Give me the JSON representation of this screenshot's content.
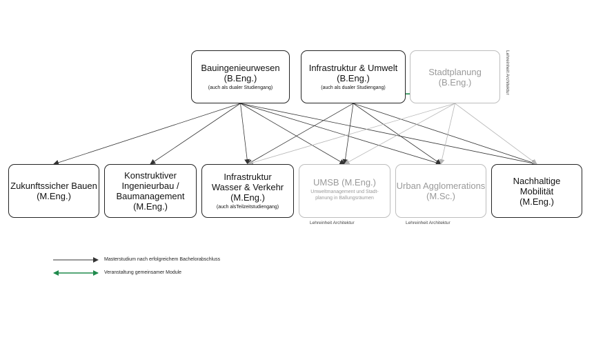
{
  "bachelor": [
    {
      "id": "bau",
      "lines": [
        "Bauingenieurwesen",
        "(B.Eng.)"
      ],
      "note": "(auch als dualer Studiengang)",
      "muted": false
    },
    {
      "id": "inf",
      "lines": [
        "Infrastruktur & Umwelt",
        "(B.Eng.)"
      ],
      "note": "(auch als dualer Studiengang)",
      "muted": false
    },
    {
      "id": "stadt",
      "lines": [
        "Stadtplanung",
        "(B.Eng.)"
      ],
      "note": "",
      "muted": true
    }
  ],
  "master": [
    {
      "id": "zuk",
      "lines": [
        "Zukunftssicher Bauen",
        "(M.Eng.)"
      ],
      "note": "",
      "muted": false
    },
    {
      "id": "kib",
      "lines": [
        "Konstruktiver",
        "Ingenieurbau /",
        "Baumanagement",
        "(M.Eng.)"
      ],
      "note": "",
      "muted": false
    },
    {
      "id": "iwv",
      "lines": [
        "Infrastruktur",
        "Wasser & Verkehr",
        "(M.Eng.)"
      ],
      "note": "(auch alsTeilzeitstudiengang)",
      "muted": false
    },
    {
      "id": "umsb",
      "lines": [
        "UMSB (M.Eng.)"
      ],
      "note": "Umweltmanagement und Stadt- planung in Ballungsräumen",
      "muted": true
    },
    {
      "id": "urban",
      "lines": [
        "Urban Agglomerations",
        "(M.Sc.)"
      ],
      "note": "",
      "muted": true
    },
    {
      "id": "mob",
      "lines": [
        "Nachhaltige",
        "Mobilität",
        "(M.Eng.)"
      ],
      "note": "",
      "muted": false
    }
  ],
  "side_labels": {
    "stadtplanung": "Lehreinheit Architektur",
    "umsb": "Lehreinheit Architektur",
    "urban": "Lehreinheit Architektur"
  },
  "connections": [
    {
      "from": "bau",
      "to": "zuk",
      "muted": false
    },
    {
      "from": "bau",
      "to": "kib",
      "muted": false
    },
    {
      "from": "bau",
      "to": "iwv",
      "muted": false
    },
    {
      "from": "bau",
      "to": "umsb",
      "muted": false
    },
    {
      "from": "bau",
      "to": "urban",
      "muted": false
    },
    {
      "from": "bau",
      "to": "mob",
      "muted": false
    },
    {
      "from": "inf",
      "to": "iwv",
      "muted": false
    },
    {
      "from": "inf",
      "to": "umsb",
      "muted": false
    },
    {
      "from": "inf",
      "to": "urban",
      "muted": false
    },
    {
      "from": "inf",
      "to": "mob",
      "muted": false
    },
    {
      "from": "stadt",
      "to": "iwv",
      "muted": true
    },
    {
      "from": "stadt",
      "to": "umsb",
      "muted": true
    },
    {
      "from": "stadt",
      "to": "urban",
      "muted": true
    },
    {
      "from": "stadt",
      "to": "mob",
      "muted": true
    }
  ],
  "shared_modules_link": {
    "from": "inf",
    "to": "stadt"
  },
  "legend": {
    "master_text": "Masterstudium nach erfolgreichem Bachelorabschluss",
    "shared_text": "Veranstaltung gemeinsamer Module"
  },
  "colors": {
    "dark": "#333333",
    "muted": "#b5b5b5",
    "green": "#1f8a4c"
  }
}
